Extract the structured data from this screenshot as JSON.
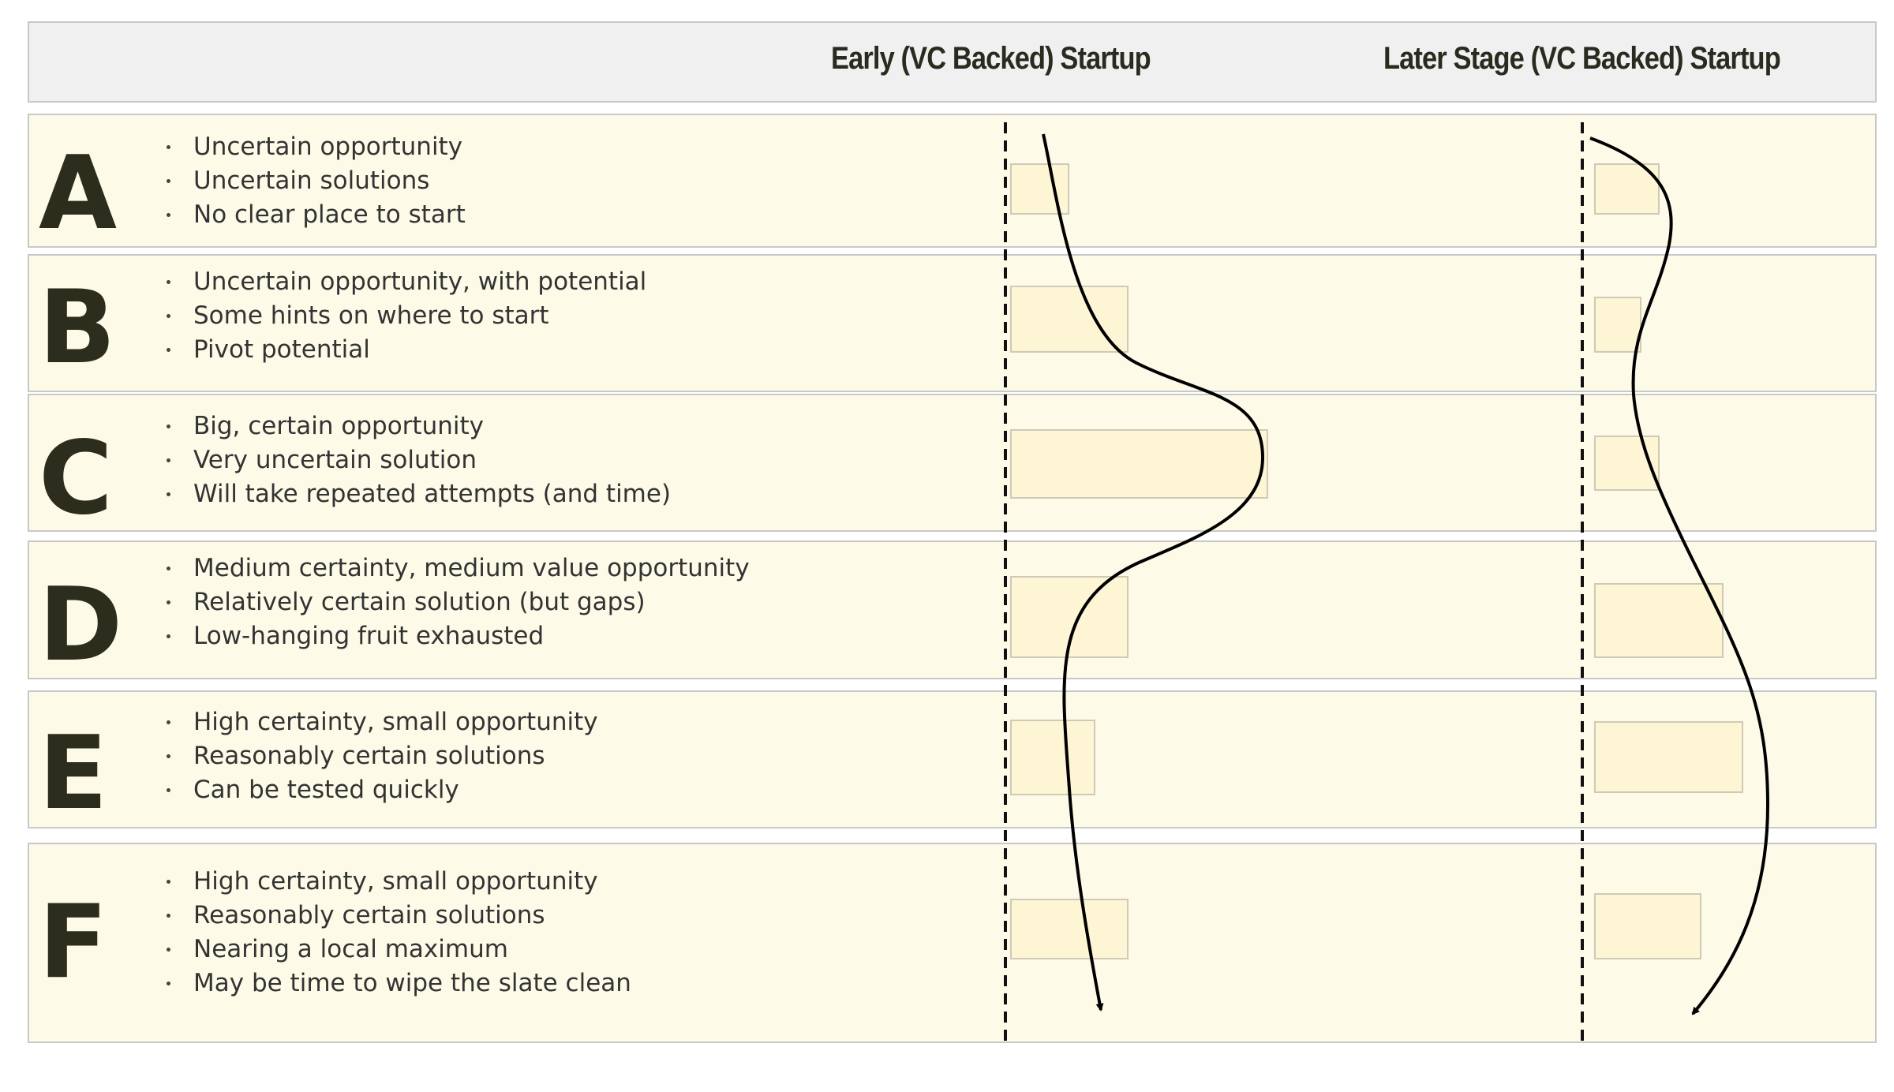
{
  "columns": {
    "early": "Early (VC Backed) Startup",
    "later": "Later Stage (VC Backed) Startup"
  },
  "rows": [
    {
      "letter": "A",
      "items": [
        "Uncertain opportunity",
        "Uncertain solutions",
        "No clear place to start"
      ],
      "early_level": 0.23,
      "later_level": 0.33
    },
    {
      "letter": "B",
      "items": [
        "Uncertain opportunity, with potential",
        "Some hints on where to start",
        "Pivot potential"
      ],
      "early_level": 0.46,
      "later_level": 0.24
    },
    {
      "letter": "C",
      "items": [
        "Big, certain opportunity",
        "Very uncertain solution",
        "Will take repeated attempts (and time)"
      ],
      "early_level": 1.0,
      "later_level": 0.33
    },
    {
      "letter": "D",
      "items": [
        "Medium certainty, medium value opportunity",
        "Relatively certain solution (but gaps)",
        "Low-hanging fruit exhausted"
      ],
      "early_level": 0.46,
      "later_level": 0.65
    },
    {
      "letter": "E",
      "items": [
        "High certainty, small opportunity",
        "Reasonably certain solutions",
        "Can be tested quickly"
      ],
      "early_level": 0.33,
      "later_level": 0.75
    },
    {
      "letter": "F",
      "items": [
        "High certainty, small opportunity",
        "Reasonably certain solutions",
        "Nearing a local maximum",
        "May be time to wipe the slate clean"
      ],
      "early_level": 0.46,
      "later_level": 0.54
    }
  ]
}
